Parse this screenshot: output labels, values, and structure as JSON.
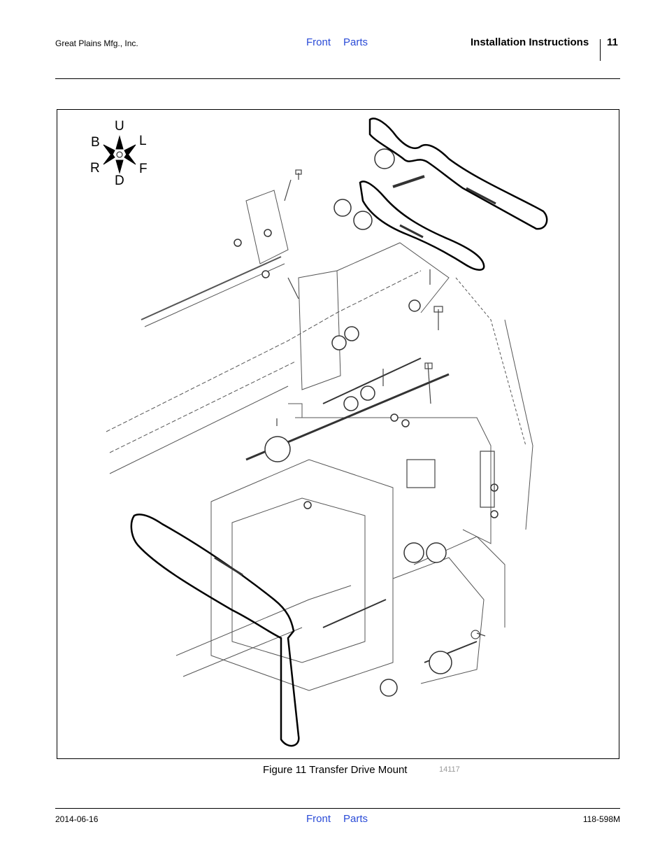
{
  "header": {
    "company": "Great Plains Mfg., Inc.",
    "nav_front": "Front",
    "nav_parts": "Parts",
    "section_title": "Installation Instructions",
    "page_number": "11"
  },
  "figure": {
    "compass": {
      "up": "U",
      "down": "D",
      "back": "B",
      "left": "L",
      "right": "R",
      "front": "F"
    },
    "caption": "Figure 11 Transfer Drive Mount",
    "figure_number": "14117"
  },
  "footer": {
    "date": "2014-06-16",
    "nav_front": "Front",
    "nav_parts": "Parts",
    "doc_number": "118-598M"
  },
  "colors": {
    "link": "#2a4bd7",
    "figure_number": "#999999"
  }
}
